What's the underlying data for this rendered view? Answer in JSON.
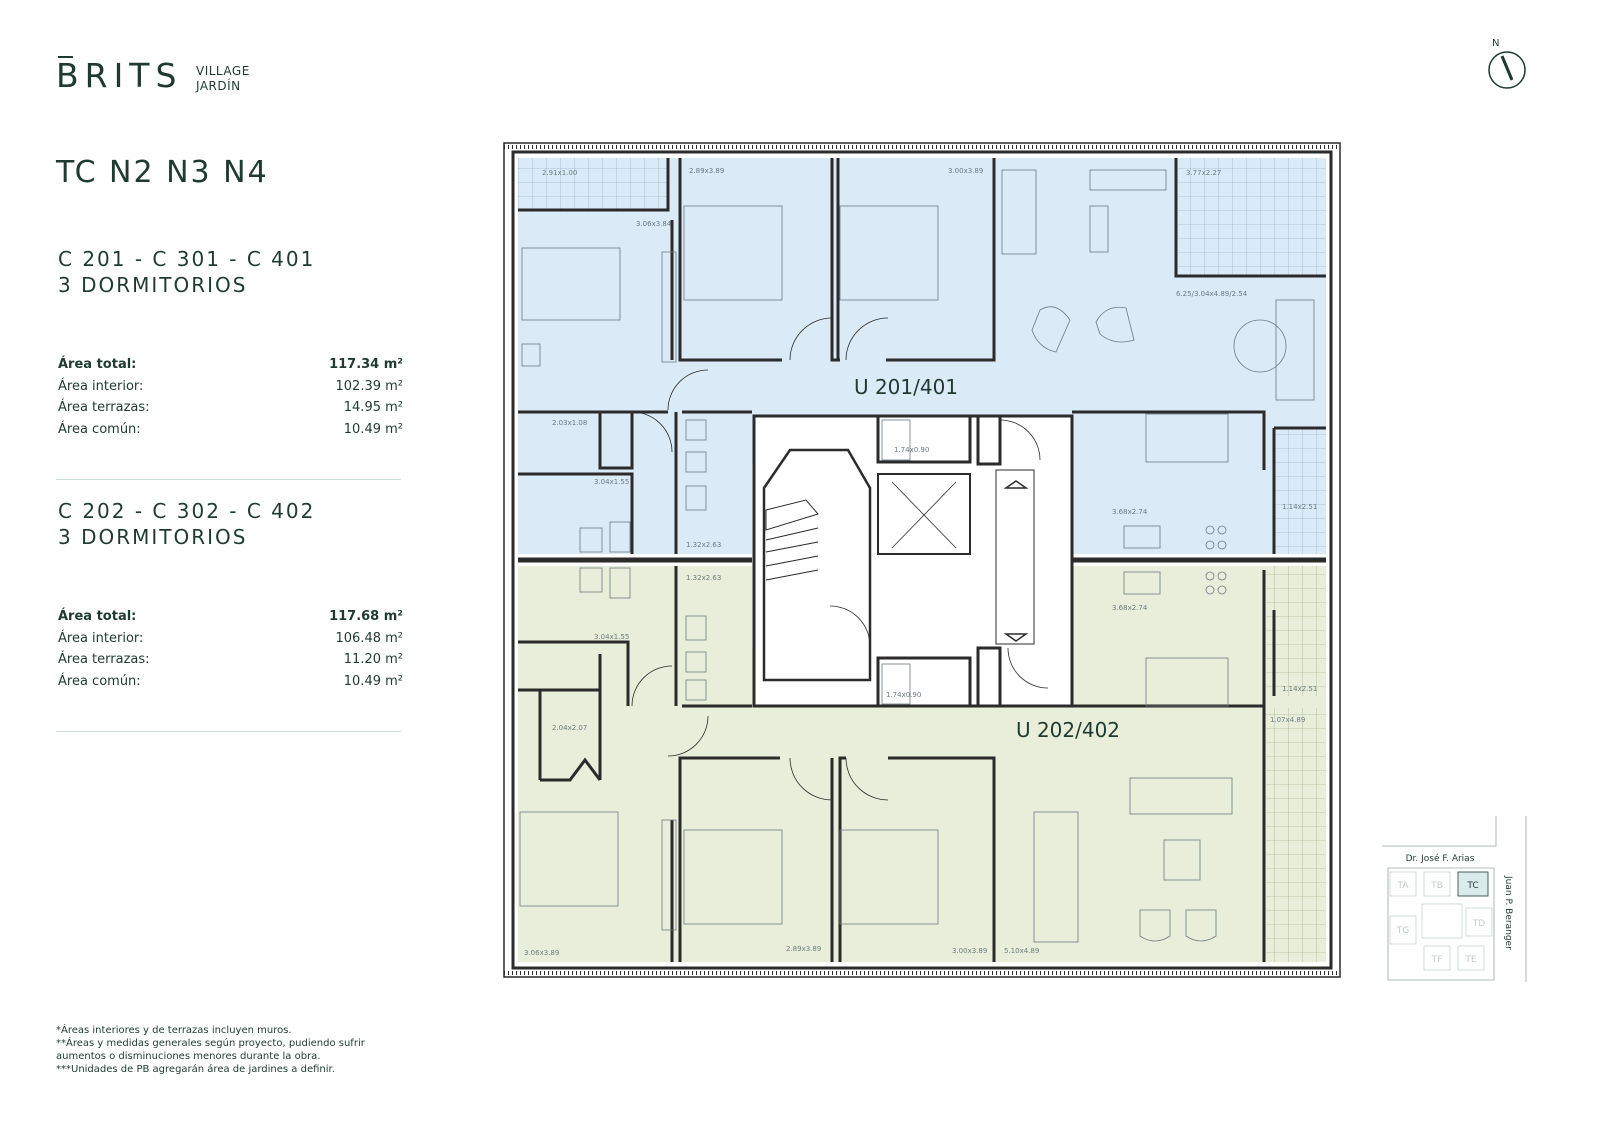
{
  "brand": {
    "name": "BRITS",
    "tagline_line1": "VILLAGE",
    "tagline_line2": "JARDÍN"
  },
  "page_title": "TC N2 N3 N4",
  "compass": {
    "label": "N"
  },
  "units": [
    {
      "heading_line1": "C 201 - C 301 - C 401",
      "heading_line2": "3 DORMITORIOS",
      "areas": [
        {
          "label": "Área total:",
          "value": "117.34 m²"
        },
        {
          "label": "Área interior:",
          "value": "102.39 m²"
        },
        {
          "label": "Área terrazas:",
          "value": "14.95 m²"
        },
        {
          "label": "Área común:",
          "value": "10.49 m²"
        }
      ]
    },
    {
      "heading_line1": "C 202 - C 302 - C 402",
      "heading_line2": "3 DORMITORIOS",
      "areas": [
        {
          "label": "Área total:",
          "value": "117.68 m²"
        },
        {
          "label": "Área interior:",
          "value": "106.48 m²"
        },
        {
          "label": "Área terrazas:",
          "value": "11.20 m²"
        },
        {
          "label": "Área común:",
          "value": "10.49 m²"
        }
      ]
    }
  ],
  "footnotes": [
    "*Áreas interiores y de terrazas incluyen muros.",
    "**Áreas y medidas generales según proyecto, pudiendo sufrir",
    "aumentos o disminuciones menores durante la obra.",
    "***Unidades de PB agregarán área de jardines a definir."
  ],
  "plan": {
    "unit_labels": {
      "top": "U 201/401",
      "bottom": "U 202/402"
    },
    "colors": {
      "top_unit": "#dbeaf7",
      "bottom_unit": "#e8eed9",
      "walls": "#2b2b2b",
      "accent": "#1f3a31"
    },
    "room_dimensions": {
      "terrace_nw": "2.91x1.00",
      "bed_nw_top": "3.06x3.84",
      "bed_n1": "2.89x3.89",
      "bed_n2": "3.00x3.89",
      "terrace_ne": "3.77x2.27",
      "living_top": "6.25/3.04x4.89/2.54",
      "closet_top": "2.03x1.08",
      "bath_top": "3.04x1.55",
      "wc_top": "1.32x2.63",
      "laundry_top": "1.74x0.90",
      "kitchen_top": "3.68x2.74",
      "terrace_e_top": "1.14x2.51",
      "wc_bottom": "1.32x2.63",
      "bath_bottom": "3.04x1.55",
      "laundry_bottom": "1.74x0.90",
      "kitchen_bottom": "3.68x2.74",
      "terrace_e_bottom": "1.14x2.51",
      "terrace_se": "1.07x4.89",
      "closet_bottom": "2.04x2.07",
      "bed_sw": "3.06x3.89",
      "bed_s1": "2.89x3.89",
      "bed_s2": "3.00x3.89",
      "living_bottom": "5.10x4.89"
    }
  },
  "site_map": {
    "street_top": "Dr. José F. Arias",
    "street_right": "Juan P. Beranger",
    "blocks": [
      "TA",
      "TB",
      "TC",
      "TG",
      "TD",
      "TF",
      "TE"
    ],
    "highlighted": "TC"
  }
}
